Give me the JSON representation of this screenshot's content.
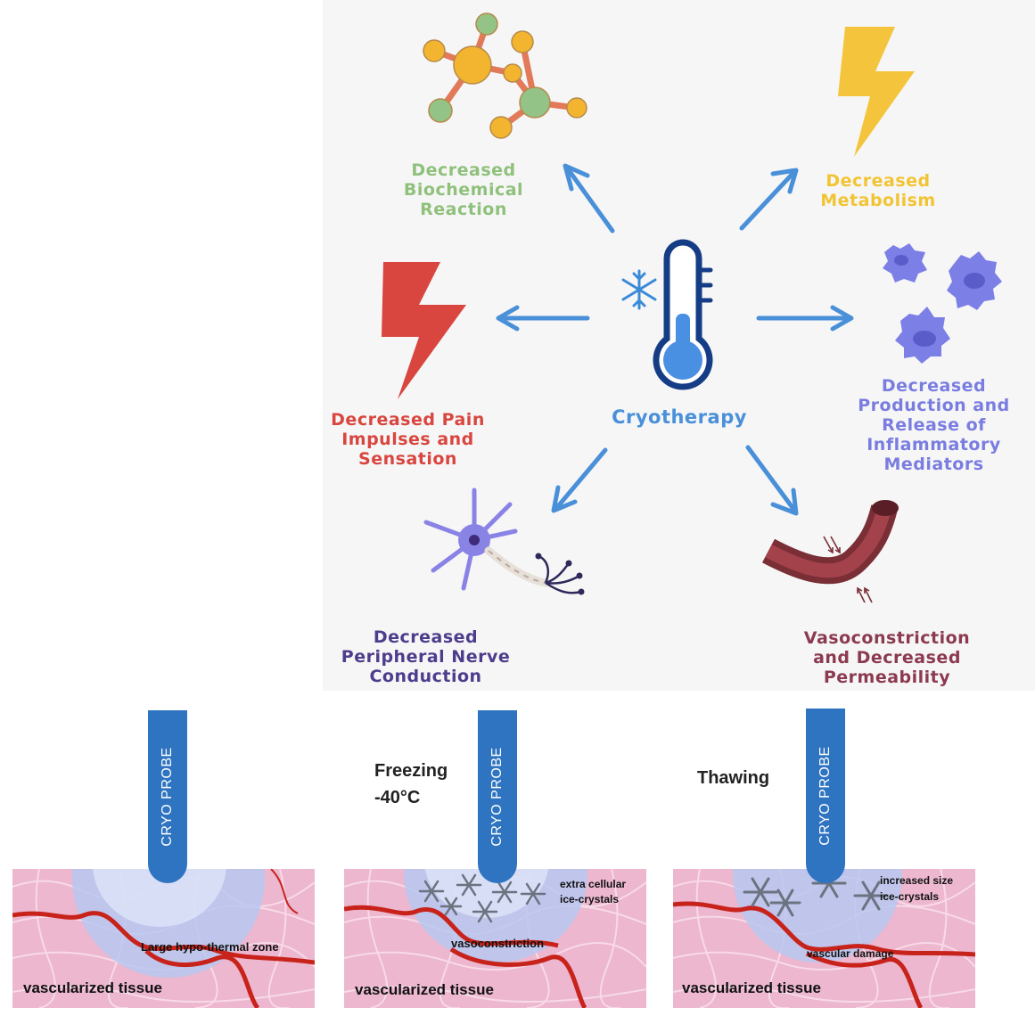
{
  "center": {
    "label": "Cryotherapy",
    "snowflake_icon": "snowflake-icon",
    "thermometer_icon": "thermometer-icon"
  },
  "effects": {
    "biochemical": {
      "lines": [
        "Decreased",
        "Biochemical",
        "Reaction"
      ],
      "color": "#8fc17b",
      "icon": "molecule-icon"
    },
    "metabolism": {
      "lines": [
        "Decreased",
        "Metabolism"
      ],
      "color": "#f2c433",
      "icon": "lightning-bolt-icon"
    },
    "pain": {
      "lines": [
        "Decreased Pain",
        "Impulses and",
        "Sensation"
      ],
      "color": "#d9463f",
      "icon": "lightning-bolt-icon"
    },
    "inflammatory": {
      "lines": [
        "Decreased",
        "Production and",
        "Release of",
        "Inflammatory",
        "Mediators"
      ],
      "color": "#7a7de0",
      "icon": "immune-cell-icon"
    },
    "nerve": {
      "lines": [
        "Decreased",
        "Peripheral Nerve",
        "Conduction"
      ],
      "color": "#4e3c8c",
      "icon": "neuron-icon"
    },
    "vaso": {
      "lines": [
        "Vasoconstriction",
        "and Decreased",
        "Permeability"
      ],
      "color": "#8c3a4f",
      "icon": "blood-vessel-icon"
    }
  },
  "probes": [
    {
      "label": "CRYO PROBE",
      "state_lines": [],
      "tissue_label": "vascularized tissue",
      "annotations": [
        "Large hypo-thermal zone"
      ]
    },
    {
      "label": "CRYO PROBE",
      "state_lines": [
        "Freezing",
        "-40°C"
      ],
      "tissue_label": "vascularized  tissue",
      "annotations": [
        "extra cellular",
        "ice-crystals",
        "vasoconstriction"
      ]
    },
    {
      "label": "CRYO PROBE",
      "state_lines": [
        "Thawing"
      ],
      "tissue_label": "vascularized  tissue",
      "annotations": [
        "increased size",
        "ice-crystals",
        "vascular damage"
      ]
    }
  ],
  "colors": {
    "arrow": "#4a90d9",
    "probe": "#2f74c0",
    "tissue": "#ecb7cf",
    "vessel": "#c8231b"
  }
}
